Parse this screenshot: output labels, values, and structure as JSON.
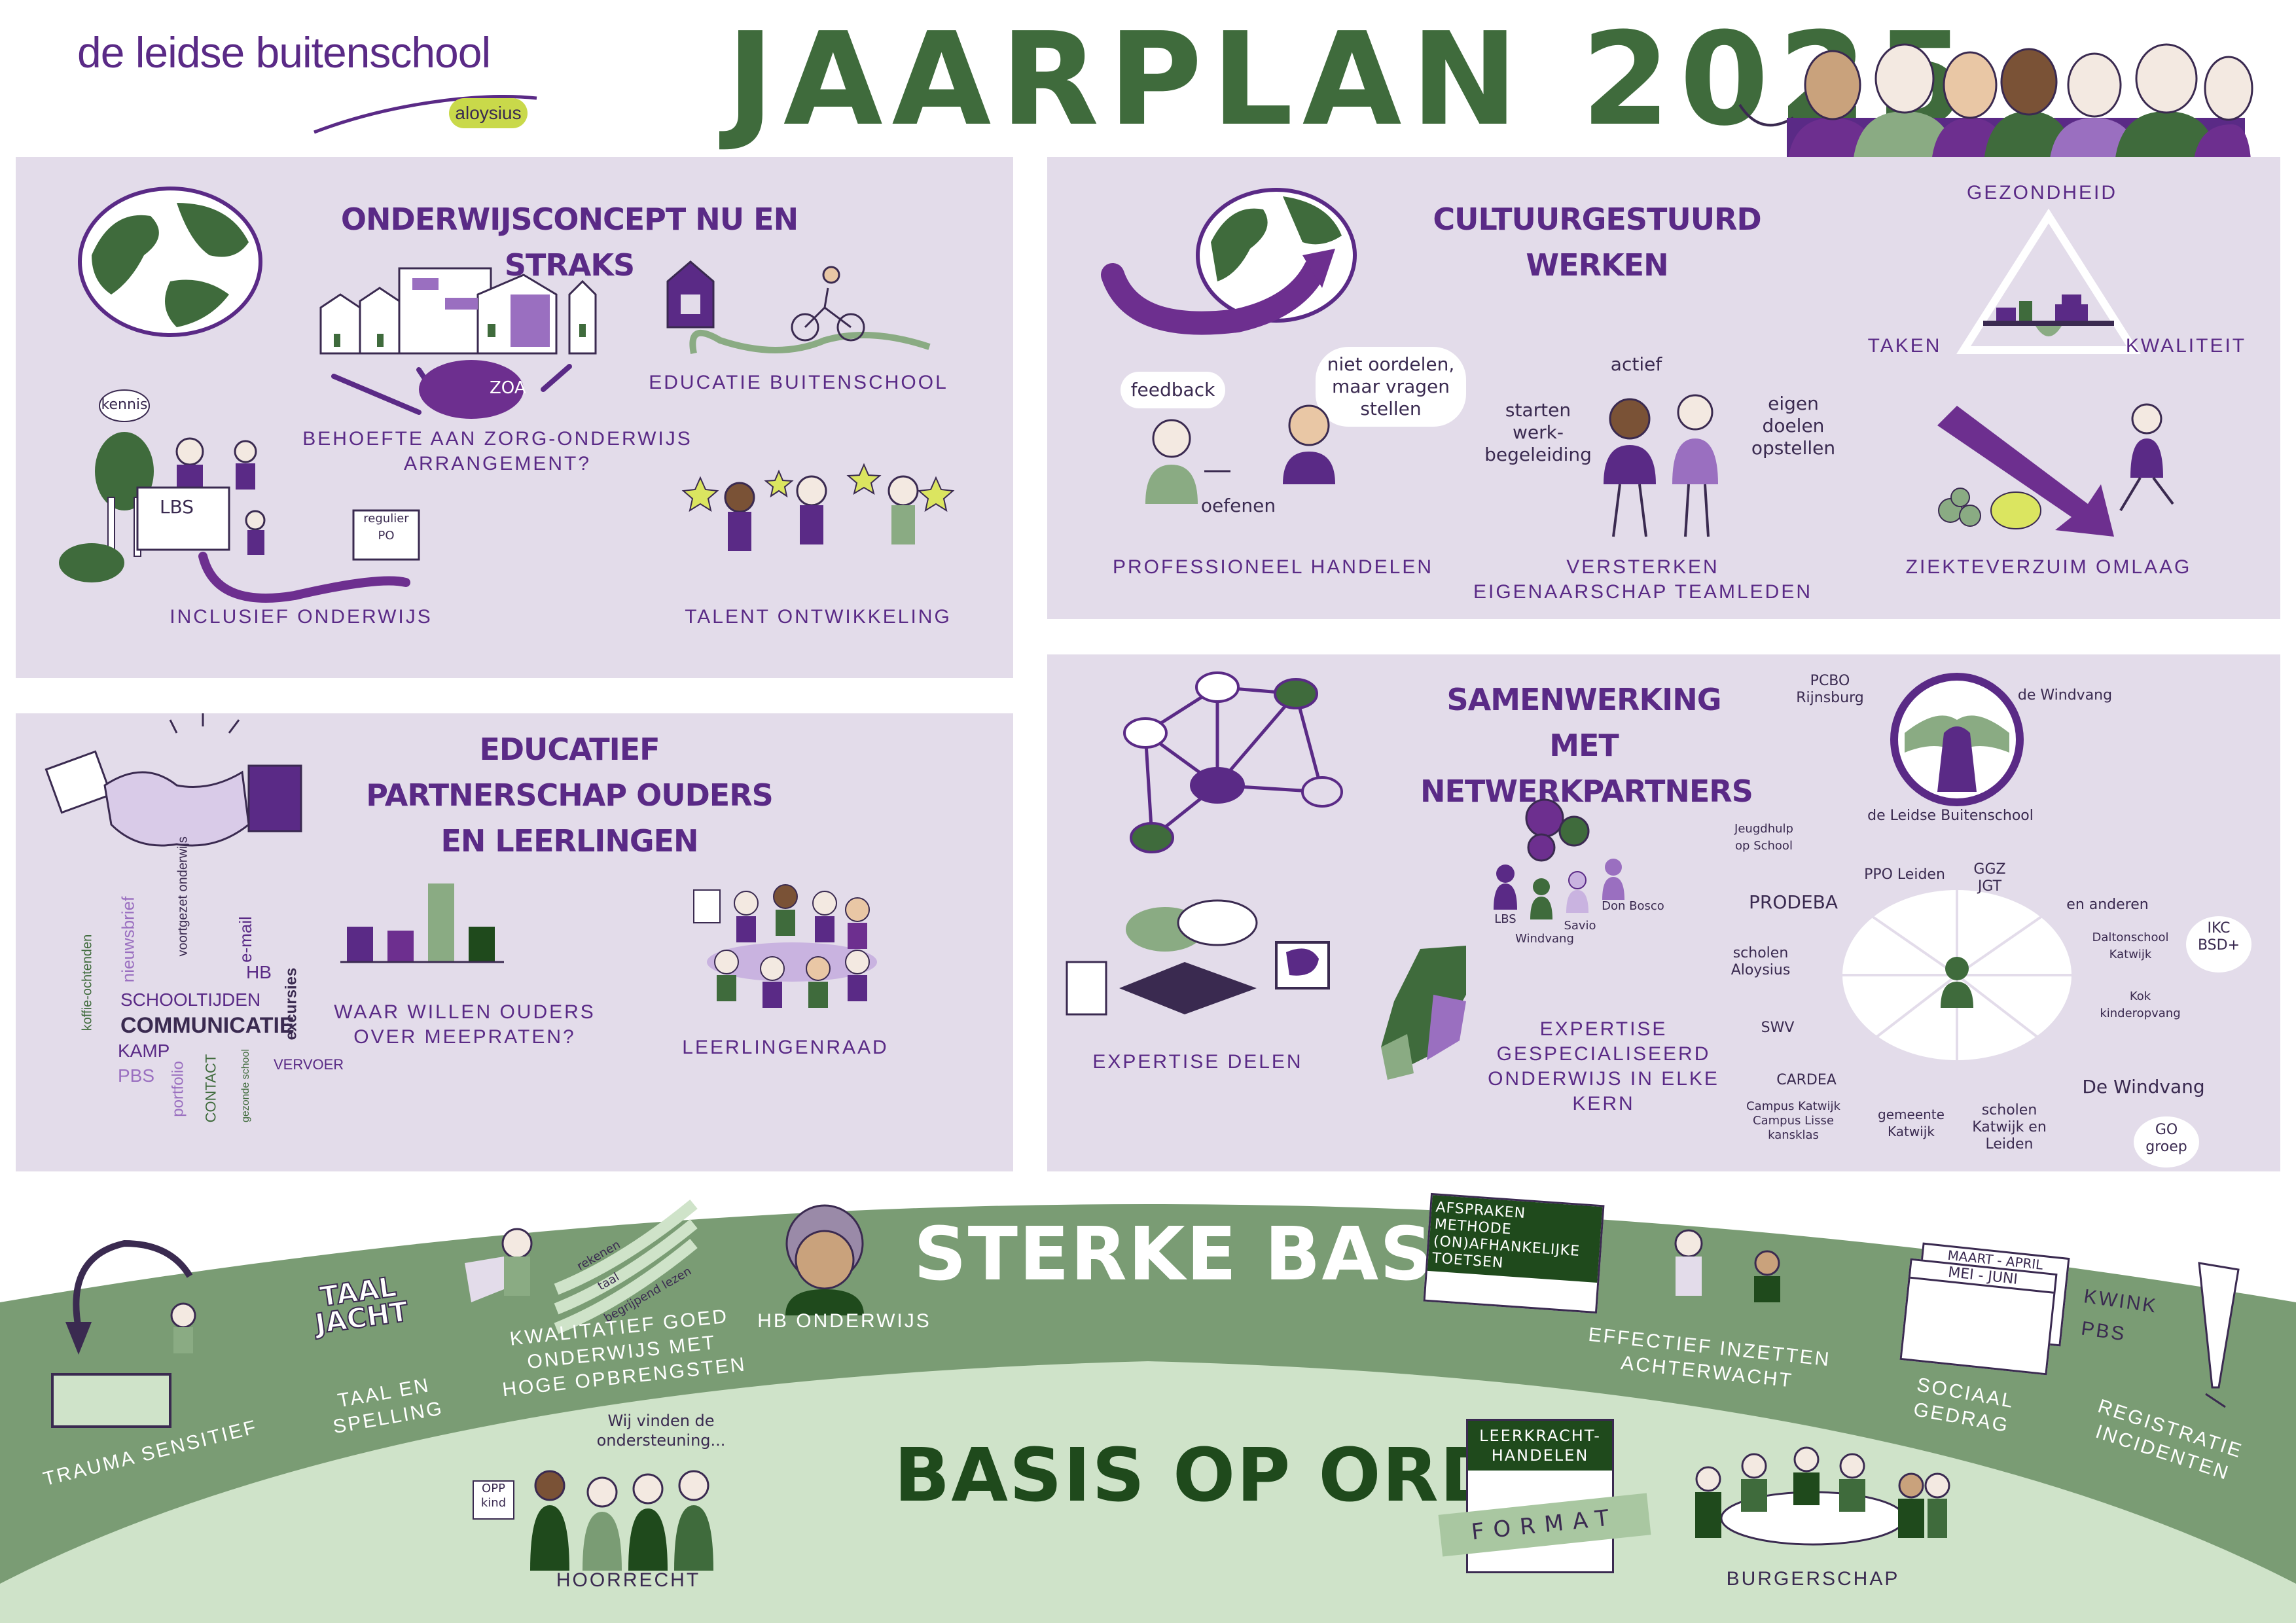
{
  "logo": {
    "name": "de leidse buitenschool",
    "sub": "aloysius"
  },
  "header": {
    "title": "JAARPLAN 2025"
  },
  "colors": {
    "purple": "#5a2a86",
    "green": "#3f6b3c",
    "light_green": "#8aab83",
    "panel": "#e3dcea",
    "band_dark": "#7a9c74",
    "band_light": "#cfe3c9"
  },
  "onderwijsconcept": {
    "title": "ONDERWIJSCONCEPT NU EN STRAKS",
    "zoa": "ZOA",
    "behoefte": "BEHOEFTE AAN ZORG-ONDERWIJS ARRANGEMENT?",
    "educatie": "EDUCATIE BUITENSCHOOL",
    "kennis": "kennis",
    "lbs": "LBS",
    "regulier": "regulier PO",
    "inclusief": "INCLUSIEF ONDERWIJS",
    "talent": "TALENT ONTWIKKELING"
  },
  "cultuur": {
    "title": "CULTUURGESTUURD WERKEN",
    "feedback": "feedback",
    "niet_oordelen": "niet oordelen, maar vragen stellen",
    "oefenen": "oefenen",
    "professioneel": "PROFESSIONEEL HANDELEN",
    "actief": "actief",
    "starten": "starten werk- begeleiding",
    "eigen_doelen": "eigen doelen opstellen",
    "versterken": "VERSTERKEN EIGENAARSCHAP TEAMLEDEN",
    "gezondheid": "GEZONDHEID",
    "taken": "TAKEN",
    "kwaliteit": "KWALITEIT",
    "ziekteverzuim": "ZIEKTEVERZUIM OMLAAG"
  },
  "partnerschap": {
    "title": "EDUCATIEF PARTNERSCHAP OUDERS EN LEERLINGEN",
    "words": [
      {
        "t": "koffie-ochtenden"
      },
      {
        "t": "nieuwsbrief"
      },
      {
        "t": "voortgezet onderwijs"
      },
      {
        "t": "e-mail"
      },
      {
        "t": "HB"
      },
      {
        "t": "excursies"
      },
      {
        "t": "SCHOOLTIJDEN"
      },
      {
        "t": "COMMUNICATIE"
      },
      {
        "t": "KAMP"
      },
      {
        "t": "PBS"
      },
      {
        "t": "portfolio"
      },
      {
        "t": "CONTACT"
      },
      {
        "t": "gezonde school"
      },
      {
        "t": "VERVOER"
      }
    ],
    "chart_values": [
      0.45,
      0.4,
      1.0,
      0.45
    ],
    "waar": "WAAR WILLEN OUDERS OVER MEEPRATEN?",
    "leerlingenraad": "LEERLINGENRAAD"
  },
  "samenwerking": {
    "title": "SAMENWERKING MET NETWERKPARTNERS",
    "pcbo": "PCBO Rijnsburg",
    "windvang_top": "de Windvang",
    "lbs_hands": "de Leidse Buitenschool",
    "expertise_delen": "EXPERTISE DELEN",
    "gear_labels": [
      "LBS",
      "Windvang",
      "Savio",
      "Don Bosco"
    ],
    "expertise_gespec": "EXPERTISE GESPECIALISEERD ONDERWIJS IN ELKE KERN",
    "partners": [
      "Jeugdhulp op School",
      "PRODEBA",
      "PPO Leiden",
      "GGZ JGT",
      "en anderen",
      "Daltonschool Katwijk",
      "Kok kinderopvang",
      "scholen Aloysius",
      "SWV",
      "CARDEA",
      "Campus Katwijk Campus Lisse kansklas",
      "gemeente Katwijk",
      "scholen Katwijk en Leiden"
    ],
    "ikc": "IKC BSD+",
    "windvang_bottom": "De Windvang",
    "go_groep": "GO groep"
  },
  "sterke_basis": {
    "title": "STERKE BASIS",
    "trauma": "TRAUMA SENSITIEF",
    "taaljacht": "TAAL JACHT",
    "taal": "TAAL en SPELLING",
    "steps": [
      "rekenen",
      "taal",
      "begrijpend lezen"
    ],
    "kwalitatief": "KWALITATIEF GOED ONDERWIJS MET HOGE OPBRENGSTEN",
    "hb": "HB ONDERWIJS",
    "afspraken": "AFSPRAKEN METHODE (ON)AFHANKELIJKE TOETSEN",
    "effectief": "EFFECTIEF INZETTEN ACHTERWACHT",
    "cal_back": "MAART - APRIL",
    "cal_front": "MEI - JUNI",
    "kwink": "KWINK",
    "pbs": "PBS",
    "sociaal": "SOCIAAL GEDRAG",
    "registratie": "REGISTRATIE INCIDENTEN"
  },
  "basis_orde": {
    "title": "BASIS OP ORDE",
    "opp": "OPP kind",
    "wij_vinden": "Wij vinden de ondersteuning...",
    "hoorrecht": "HOORRECHT",
    "leerkracht": "LEERKRACHT-HANDELEN",
    "format": "FORMAT",
    "burgerschap": "BURGERSCHAP"
  }
}
